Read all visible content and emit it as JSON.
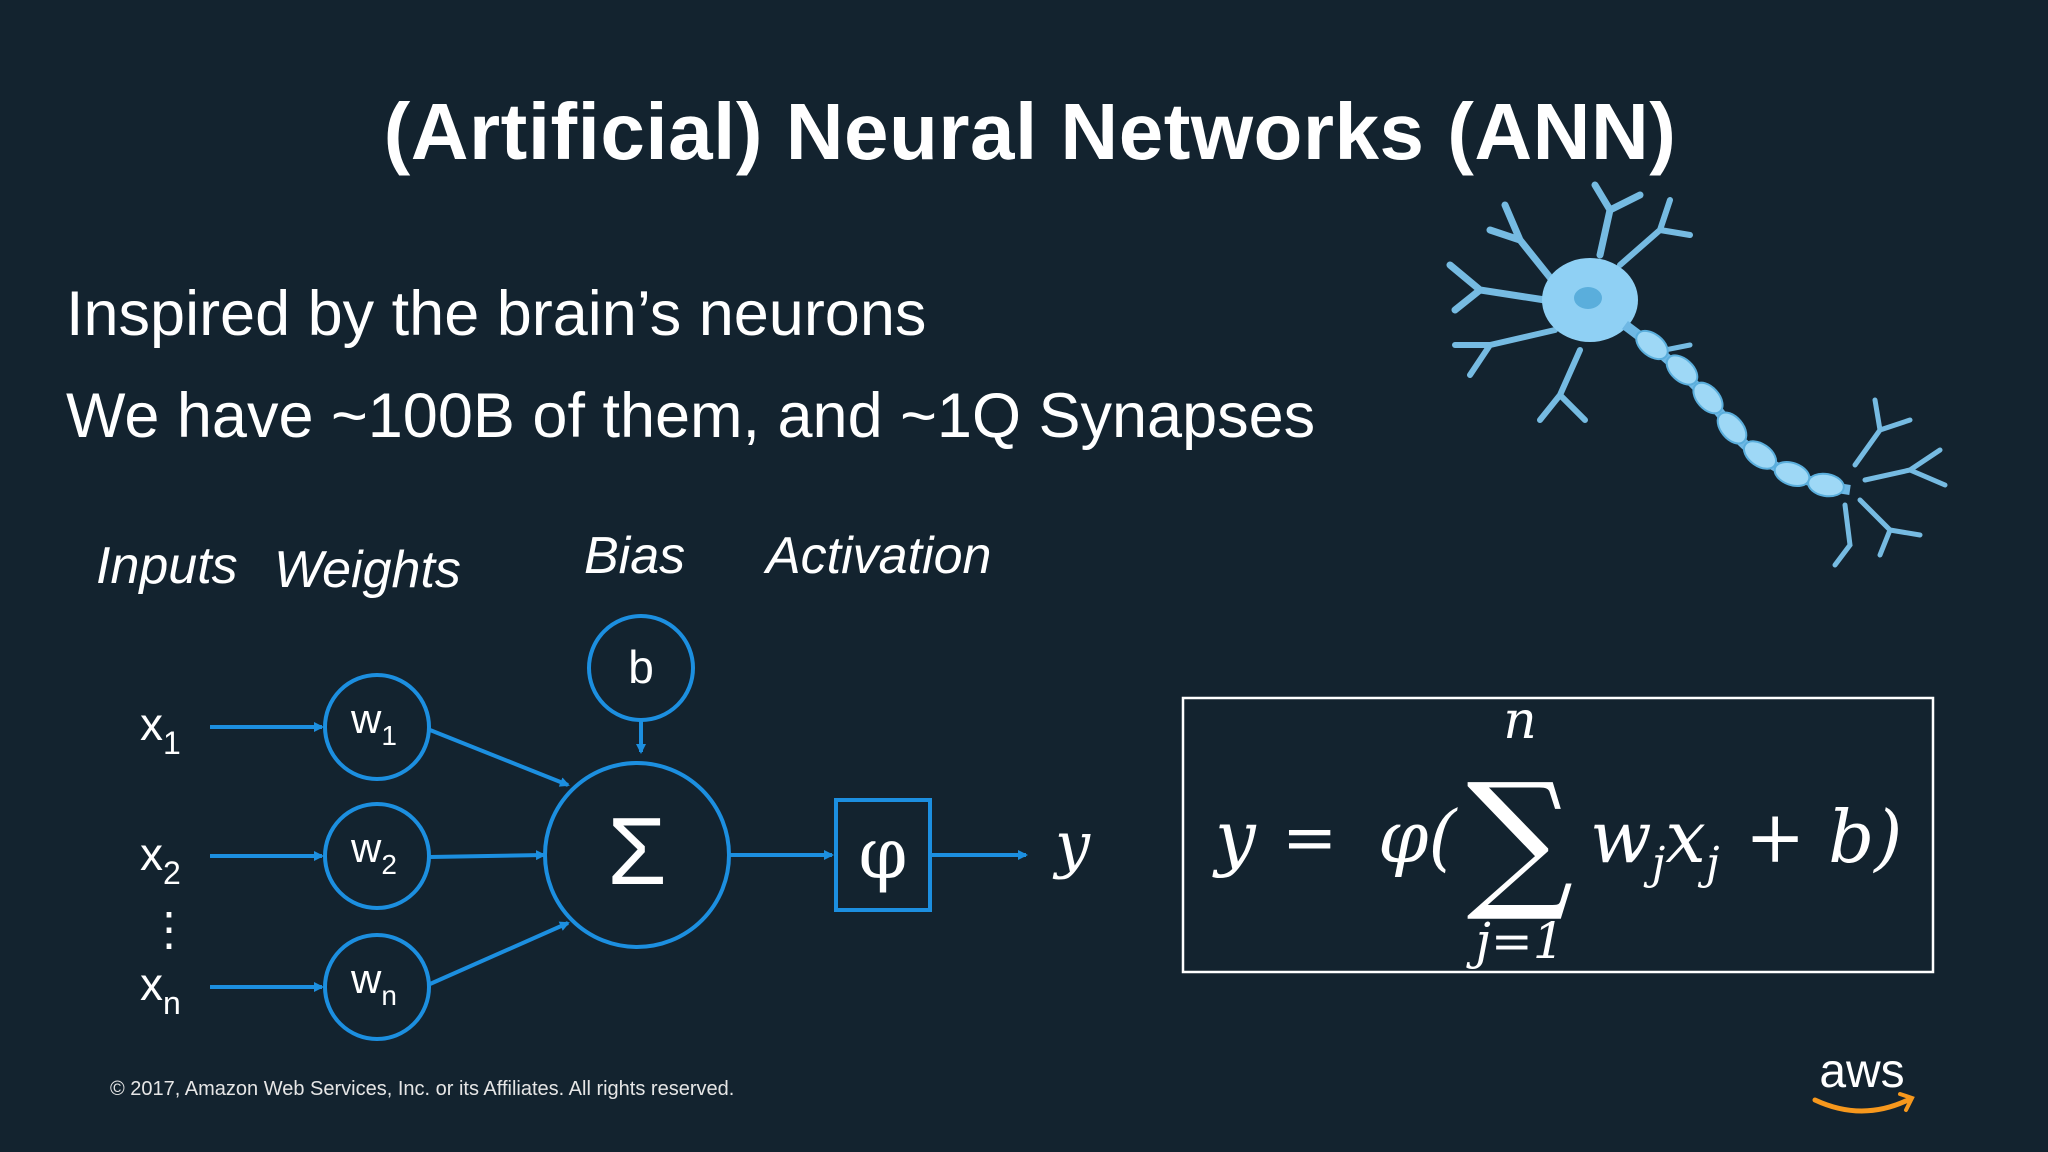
{
  "slide": {
    "title": "(Artificial) Neural Networks (ANN)",
    "bullets": [
      "Inspired by the brain’s neurons",
      "We have ~100B of them, and ~1Q Synapses"
    ],
    "copyright": "© 2017, Amazon Web Services, Inc. or its Affiliates. All rights reserved.",
    "logo_text": "aws"
  },
  "diagram": {
    "labels": {
      "inputs": "Inputs",
      "weights": "Weights",
      "bias": "Bias",
      "activation": "Activation"
    },
    "inputs": [
      {
        "base": "x",
        "sub": "1"
      },
      {
        "base": "x",
        "sub": "2"
      },
      {
        "base": "x",
        "sub": "n"
      }
    ],
    "ellipsis": "⋮",
    "weights": [
      {
        "base": "w",
        "sub": "1"
      },
      {
        "base": "w",
        "sub": "2"
      },
      {
        "base": "w",
        "sub": "n"
      }
    ],
    "bias_symbol": "b",
    "sum_symbol": "Σ",
    "activation_symbol": "φ",
    "output_symbol": "y"
  },
  "formula": {
    "lhs": "y",
    "equals": "=",
    "phi": "φ(",
    "sigma": "∑",
    "upper": "n",
    "lower": "j=1",
    "term_w": "w",
    "term_x": "x",
    "sub_j": "j",
    "plus_b": "+ b)"
  },
  "colors": {
    "background": "#13232f",
    "accent_blue": "#1c8fe0",
    "neuron_blue": "#8fd0f4",
    "aws_orange": "#f7981d"
  },
  "icons": {
    "neuron": "neuron-illustration-icon",
    "logo": "aws-logo-icon"
  }
}
